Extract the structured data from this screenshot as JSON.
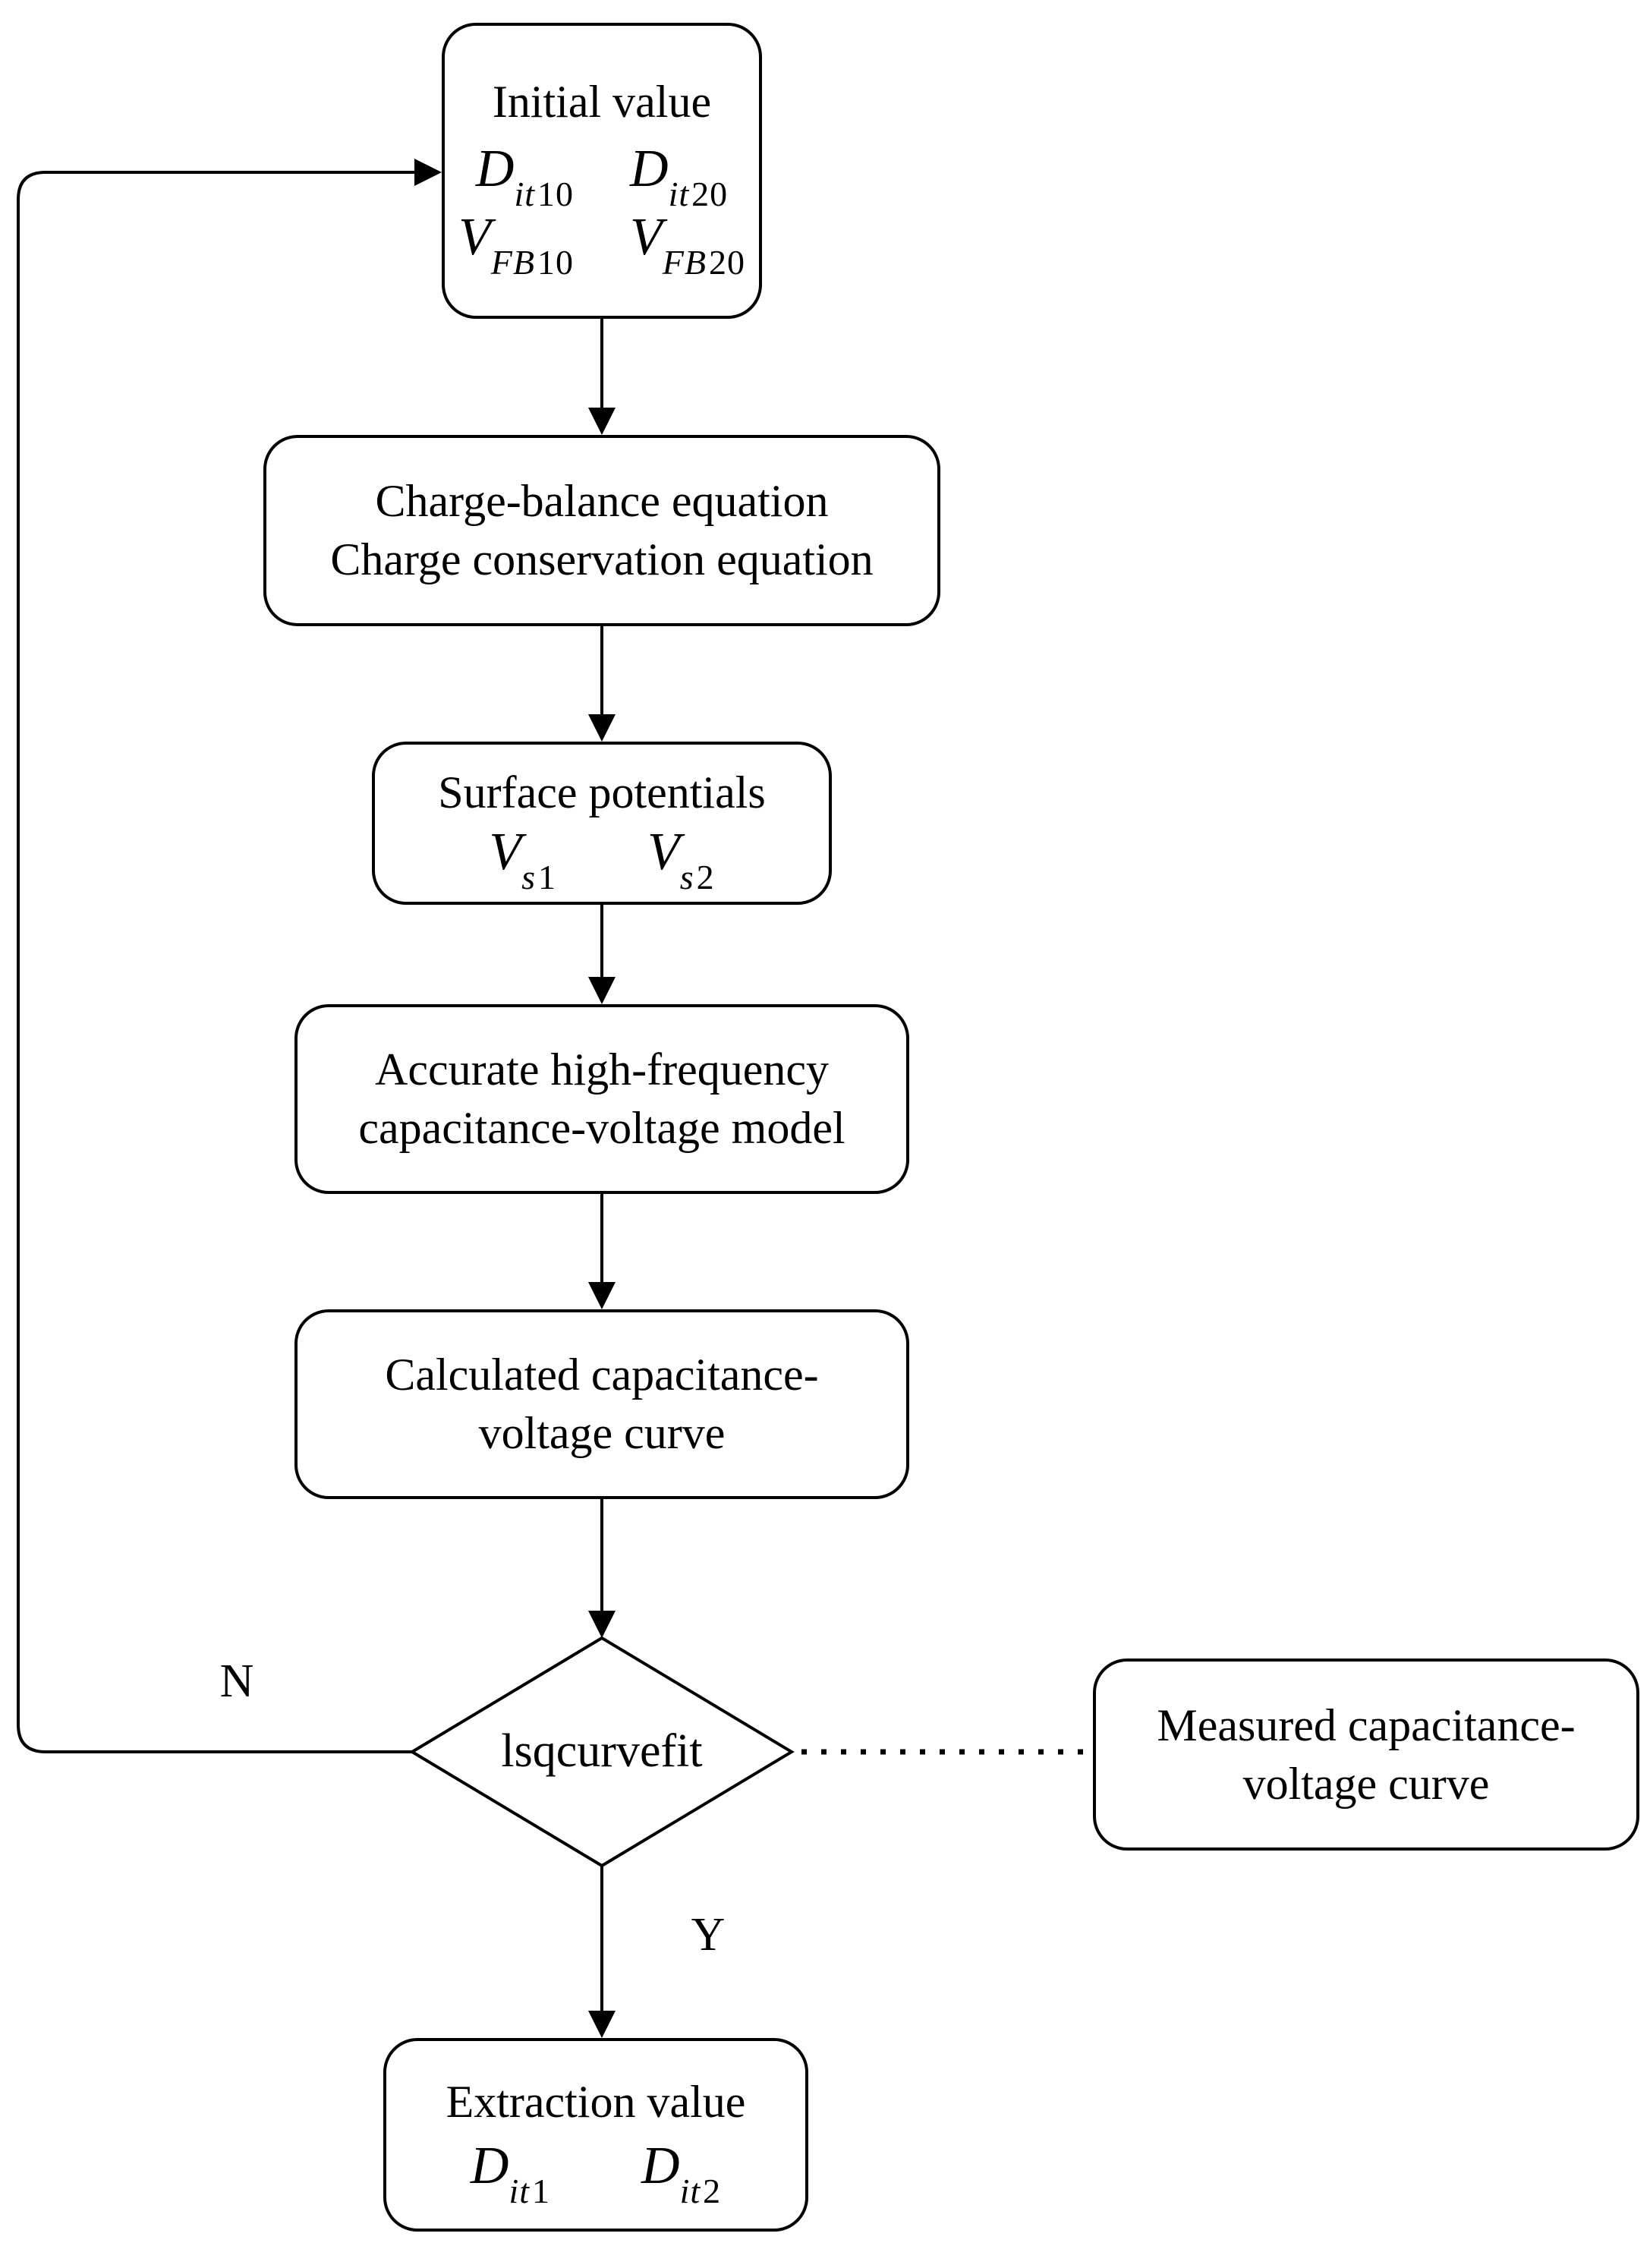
{
  "diagram": {
    "nodes": {
      "initial": {
        "title": "Initial value",
        "symbols": [
          {
            "base": "D",
            "sub_i": "it",
            "sub_n": "10"
          },
          {
            "base": "D",
            "sub_i": "it",
            "sub_n": "20"
          },
          {
            "base": "V",
            "sub_i": "FB",
            "sub_n": "10"
          },
          {
            "base": "V",
            "sub_i": "FB",
            "sub_n": "20"
          }
        ]
      },
      "charge": {
        "line1": "Charge-balance equation",
        "line2": "Charge conservation equation"
      },
      "surface": {
        "title": "Surface potentials",
        "symbols": [
          {
            "base": "V",
            "sub_i": "s",
            "sub_n": "1"
          },
          {
            "base": "V",
            "sub_i": "s",
            "sub_n": "2"
          }
        ]
      },
      "model": {
        "line1": "Accurate high-frequency",
        "line2": "capacitance-voltage model"
      },
      "calculated": {
        "line1": "Calculated capacitance-",
        "line2": "voltage curve"
      },
      "decision": {
        "label": "lsqcurvefit"
      },
      "measured": {
        "line1": "Measured capacitance-",
        "line2": "voltage curve"
      },
      "extraction": {
        "title": "Extraction value",
        "symbols": [
          {
            "base": "D",
            "sub_i": "it",
            "sub_n": "1"
          },
          {
            "base": "D",
            "sub_i": "it",
            "sub_n": "2"
          }
        ]
      }
    },
    "edge_labels": {
      "no": "N",
      "yes": "Y"
    },
    "colors": {
      "stroke": "#000000",
      "background": "#ffffff"
    }
  }
}
